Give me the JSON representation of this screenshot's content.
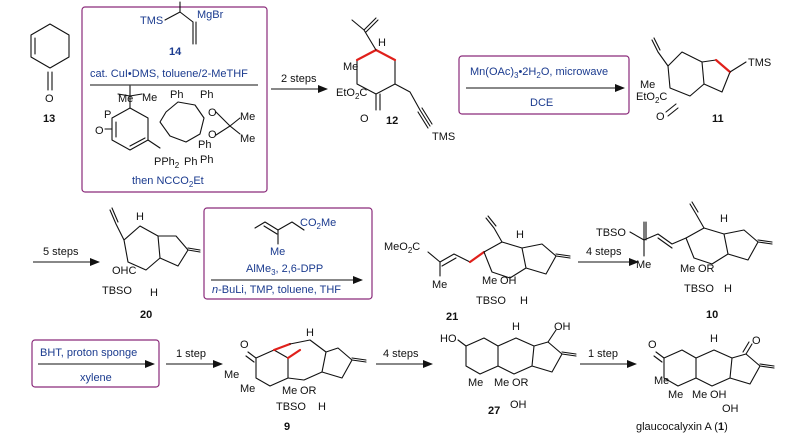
{
  "compounds": {
    "c13": "13",
    "c14": "14",
    "c12": "12",
    "c11": "11",
    "c20": "20",
    "c21": "21",
    "c10": "10",
    "c9": "9",
    "c27": "27",
    "c1_name": "glaucocalyxin A (",
    "c1_num": "1",
    "c1_close": ")"
  },
  "reagents": {
    "box1": {
      "tms": "TMS",
      "mgbr": "MgBr",
      "line1": "cat. CuI•DMS, toluene/2-MeTHF",
      "then": "then NCCO",
      "then_sub": "2",
      "then_end": "Et",
      "ph": "Ph",
      "pph2": "PPh",
      "pph2_sub": "2",
      "me": "Me",
      "p": "P",
      "o": "O"
    },
    "box2": {
      "line1": "Mn(OAc)",
      "line1_sub": "3",
      "line1_end": "•2H",
      "line1_sub2": "2",
      "line1_end2": "O, microwave",
      "line2": "DCE"
    },
    "box3": {
      "co2me": "CO",
      "co2me_sub": "2",
      "co2me_end": "Me",
      "me": "Me",
      "line1": "AlMe",
      "line1_sub": "3",
      "line1_end": ", 2,6-DPP",
      "line2_n": "n",
      "line2": "-BuLi, TMP, toluene, THF"
    },
    "box4": {
      "line1": "BHT, proton sponge",
      "line2": "xylene"
    }
  },
  "arrows": {
    "a1": "2 steps",
    "a2": "5 steps",
    "a3": "4 steps",
    "a4": "1 step",
    "a5": "4 steps",
    "a6": "1 step"
  },
  "atoms": {
    "o": "O",
    "h": "H",
    "me": "Me",
    "tms": "TMS",
    "eto2c": "EtO",
    "eto2c_sub": "2",
    "eto2c_end": "C",
    "meo2c": "MeO",
    "meo2c_sub": "2",
    "meo2c_end": "C",
    "ohc": "OHC",
    "tbso": "TBSO",
    "oh": "OH",
    "or": "OR",
    "ho": "HO"
  },
  "colors": {
    "box_border": "#8a2a7a",
    "reagent_text": "#1b3b8f",
    "new_bond": "#e0201b"
  }
}
